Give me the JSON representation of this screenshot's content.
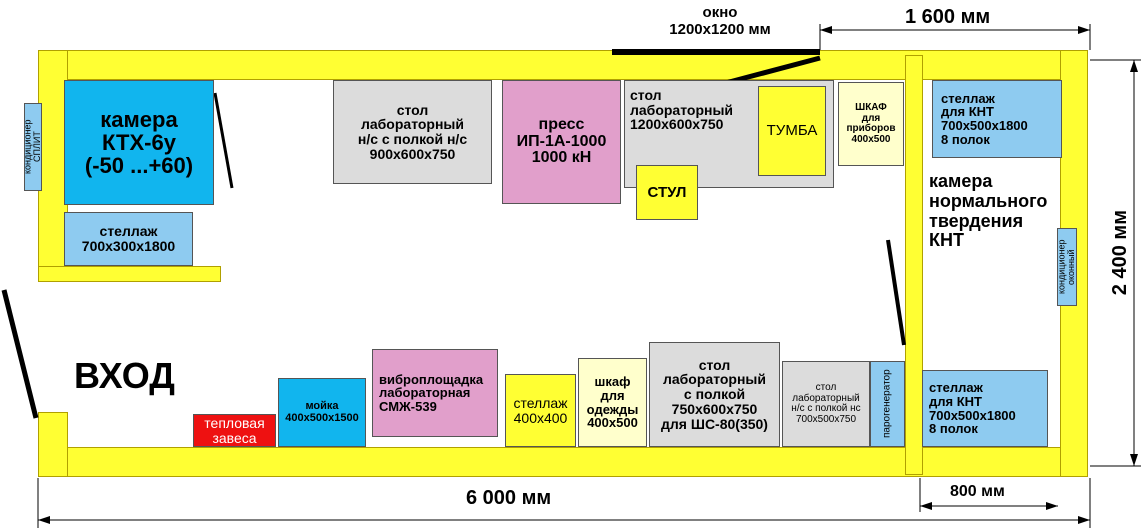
{
  "window_label": "окно\n1200х1200 мм",
  "dimensions": {
    "top_right": "1 600 мм",
    "right": "2 400 мм",
    "bottom": "6 000 мм",
    "bottom_right": "800 мм"
  },
  "entrance_label": "ВХОД",
  "rooms": {
    "curing_chamber": "камера\nнормального\nтвердения\nКНТ"
  },
  "items": {
    "ac_split": "кондиционер\nСПЛИТ",
    "chamber_ktx": "камера\nКТХ-6у\n(-50 ...+60)",
    "rack_small": "стеллаж\n700х300х1800",
    "lab_table_shelf_ns": "стол\nлабораторный\nн/с с полкой н/с\n900х600х750",
    "press": "пресс\nИП-1А-1000\n1000 кН",
    "lab_table": "стол\nлабораторный\n1200х600х750",
    "pedestal": "ТУМБА",
    "chair": "СТУЛ",
    "instrument_cabinet": "ШКАФ\nдля\nприборов\n400х500",
    "rack_knt_top": "стеллаж\nдля КНТ\n700х500х1800\n8 полок",
    "rack_knt_bottom": "стеллаж\nдля КНТ\n700х500х1800\n8 полок",
    "ac_window": "кондиционер\nоконный",
    "heat_curtain": "тепловая\nзавеса",
    "sink": "мойка\n400х500х1500",
    "vibro_platform": "виброплощадка\nлабораторная\nСМЖ-539",
    "rack_400": "стеллаж\n400х400",
    "clothes_cabinet": "шкаф\nдля\nодежды\n400х500",
    "lab_table_sc80": "стол\nлабораторный\nс полкой\n750х600х750\nдля ШС-80(350)",
    "lab_table_shelf_ns_small": "стол\nлабораторный\nн/с с полкой нс\n700х500х750",
    "steam_generator": "парогенератор"
  }
}
